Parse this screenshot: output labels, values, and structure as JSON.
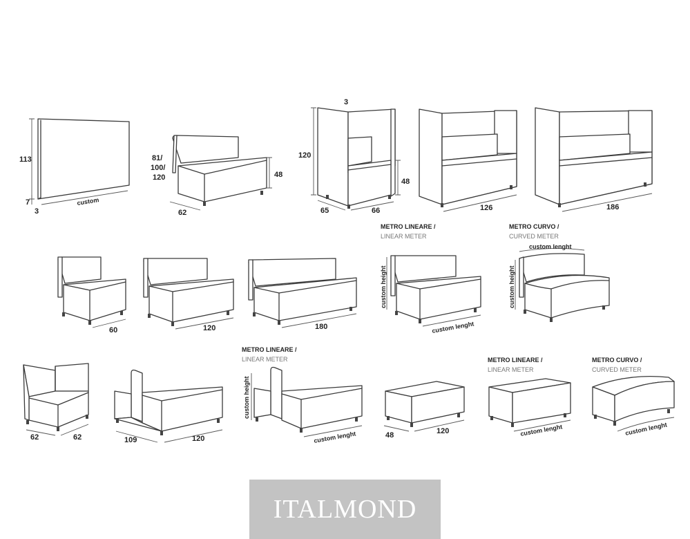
{
  "brand": {
    "logo_text": "ITALMOND"
  },
  "row1": {
    "panel": {
      "height": "113",
      "base": "7",
      "thickness": "3",
      "width": "custom"
    },
    "bench": {
      "heights": [
        "81/",
        "100/",
        "120"
      ],
      "seat_height": "48",
      "depth": "62"
    },
    "booth_single": {
      "panel": "3",
      "height": "120",
      "seat_height": "48",
      "depth": "65",
      "width": "66"
    },
    "booth_double": {
      "width": "126"
    },
    "booth_triple": {
      "width": "186"
    }
  },
  "row2": {
    "chair": {
      "width": "60"
    },
    "sofa2": {
      "width": "120"
    },
    "sofa3": {
      "width": "180"
    },
    "linear": {
      "title": "METRO LINEARE /",
      "subtitle": "LINEAR METER",
      "height": "custom height",
      "length": "custom lenght"
    },
    "curved": {
      "title": "METRO CURVO /",
      "subtitle": "CURVED METER",
      "height": "custom height",
      "length": "custom lenght"
    }
  },
  "row3": {
    "corner": {
      "depth_left": "62",
      "depth_right": "62"
    },
    "back_to_back": {
      "depth": "109",
      "width": "120"
    },
    "linear": {
      "title": "METRO LINEARE /",
      "subtitle": "LINEAR METER",
      "height": "custom height",
      "length": "custom lenght"
    },
    "pouf": {
      "depth": "48",
      "width": "120"
    },
    "pouf_linear": {
      "title": "METRO LINEARE /",
      "subtitle": "LINEAR METER",
      "length": "custom lenght"
    },
    "pouf_curved": {
      "title": "METRO CURVO /",
      "subtitle": "CURVED METER",
      "length": "custom lenght"
    }
  }
}
